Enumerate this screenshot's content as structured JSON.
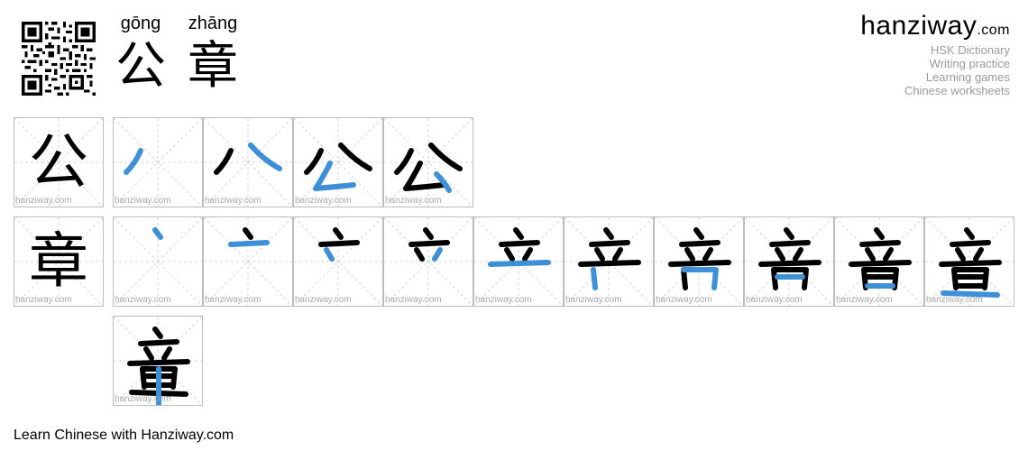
{
  "header": {
    "words": [
      {
        "pinyin": "gōng",
        "char": "公"
      },
      {
        "pinyin": "zhāng",
        "char": "章"
      }
    ]
  },
  "brand": {
    "logo_main": "hanziway",
    "logo_suffix": ".com",
    "links": [
      "HSK Dictionary",
      "Writing practice",
      "Learning games",
      "Chinese worksheets"
    ]
  },
  "stroke_order": {
    "watermark": "hanziway.com",
    "accent_color": "#3d8fd6",
    "rows": [
      {
        "char": "公",
        "stroke_steps": 4
      },
      {
        "char": "章",
        "stroke_steps": 11
      }
    ]
  },
  "footer": {
    "text": "Learn Chinese with Hanziway.com"
  }
}
